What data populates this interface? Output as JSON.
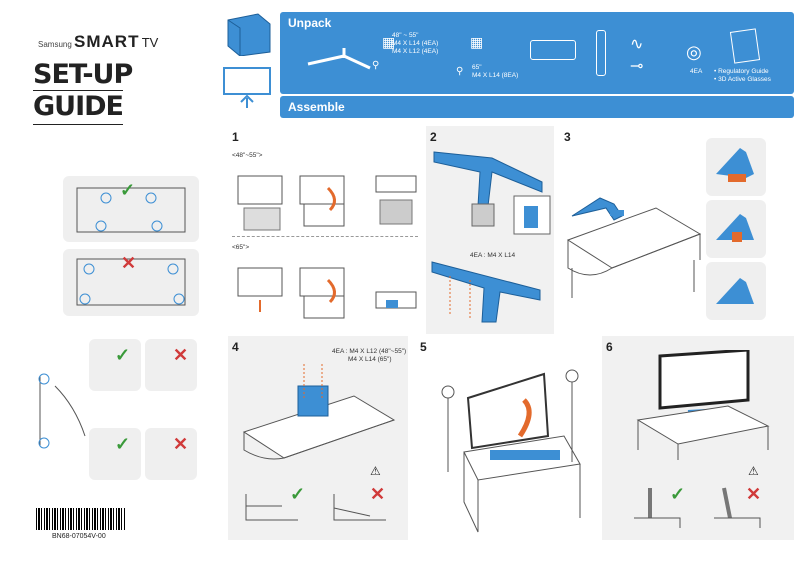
{
  "brand": {
    "samsung": "Samsung",
    "smart": "SMART",
    "tv": "TV"
  },
  "title": {
    "line1": "SET-UP",
    "line2": "GUIDE"
  },
  "barcode_text": "BN68-07054V-00",
  "unpack": {
    "title": "Unpack",
    "screw_48_55_size": "48\" ~ 55\"",
    "screw_48_55_a": "M4 X L14 (4EA)",
    "screw_48_55_b": "M4 X L12 (4EA)",
    "screw_65_size": "65\"",
    "screw_65_a": "M4 X L14 (8EA)",
    "glasses_count": "4EA",
    "accessory_1": "• Regulatory Guide",
    "accessory_2": "• 3D Active Glasses"
  },
  "assemble": {
    "title": "Assemble"
  },
  "steps": {
    "s1": "1",
    "s1_a": "<48\"~55\">",
    "s1_b": "<65\">",
    "s2": "2",
    "s2_note": "4EA : M4 X L14",
    "s3": "3",
    "s4": "4",
    "s4_note_a": "4EA : M4 X L12 (48\"~55\")",
    "s4_note_b": "M4 X L14 (65\")",
    "s5": "5",
    "s6": "6"
  },
  "colors": {
    "accent": "#3d8fd4",
    "ok": "#3a9a3a",
    "bad": "#d03a3a"
  }
}
